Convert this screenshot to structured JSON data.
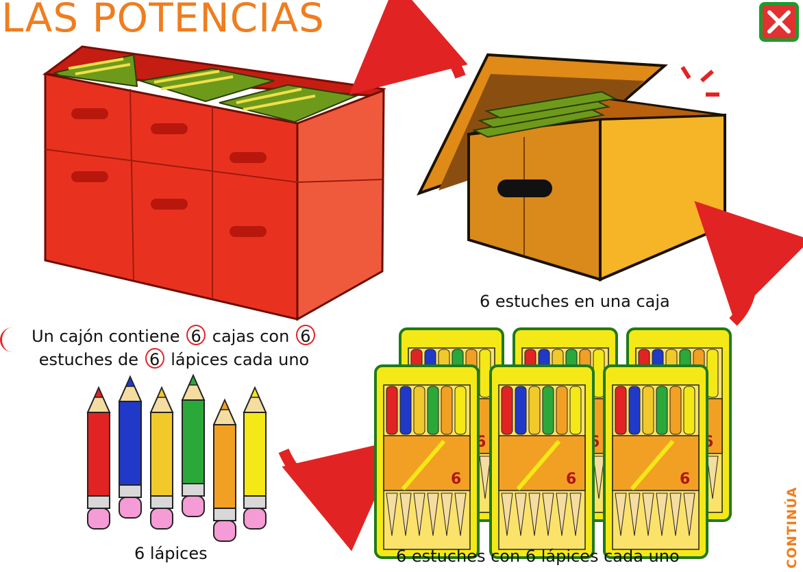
{
  "header": {
    "title": "LAS POTENCIAS"
  },
  "close_button": {
    "icon": "close-icon"
  },
  "captions": {
    "box": "6 estuches en una caja",
    "pencils": "6 lápices",
    "cases": "6 estuches con 6 lápices cada uno"
  },
  "description": {
    "part1": "Un cajón contiene",
    "num1": "6",
    "part2": "cajas con",
    "num2": "6",
    "part3": "estuches de",
    "num3": "6",
    "part4": "lápices cada uno"
  },
  "pencil_case_label": "6",
  "nav": {
    "continue_label": "CONTINÚA"
  },
  "colors": {
    "title": "#f07d1e",
    "accent_red": "#e22323",
    "close_border": "#1f9a2e",
    "drawer_red": "#e8321f",
    "box_orange": "#f2a023",
    "case_yellow": "#f4e817"
  }
}
